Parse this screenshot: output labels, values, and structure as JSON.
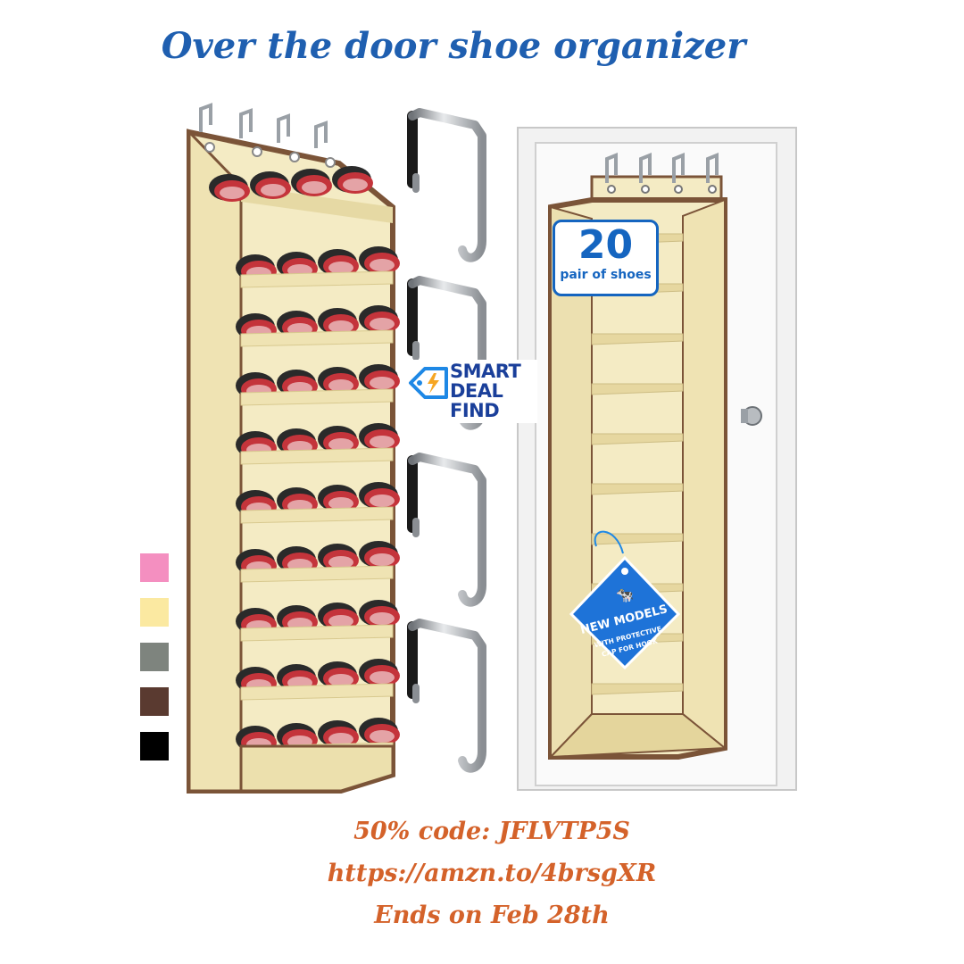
{
  "title": "Over the door shoe organizer",
  "badge": {
    "count": "20",
    "label": "pair of shoes"
  },
  "logo": {
    "line1": "SMART",
    "line2": "DEAL",
    "line3": "FIND"
  },
  "hang_tag": {
    "line1": "NEW MODELS",
    "line2": "WITH PROTECTIVE",
    "line3": "CAP FOR HOOK"
  },
  "color_swatches": [
    {
      "name": "pink",
      "hex": "#f48fc0"
    },
    {
      "name": "beige",
      "hex": "#fbe9a1"
    },
    {
      "name": "gray",
      "hex": "#7e847e"
    },
    {
      "name": "brown",
      "hex": "#5a3a30"
    },
    {
      "name": "black",
      "hex": "#000000"
    }
  ],
  "promo": {
    "code_line": "50% code: JFLVTP5S",
    "link_line": "https://amzn.to/4brsgXR",
    "ends_line": "Ends on Feb 28th"
  },
  "colors": {
    "title": "#1f5fb0",
    "promo": "#d4622a",
    "fabric": "#f4ebc4",
    "trim": "#7b5438"
  }
}
